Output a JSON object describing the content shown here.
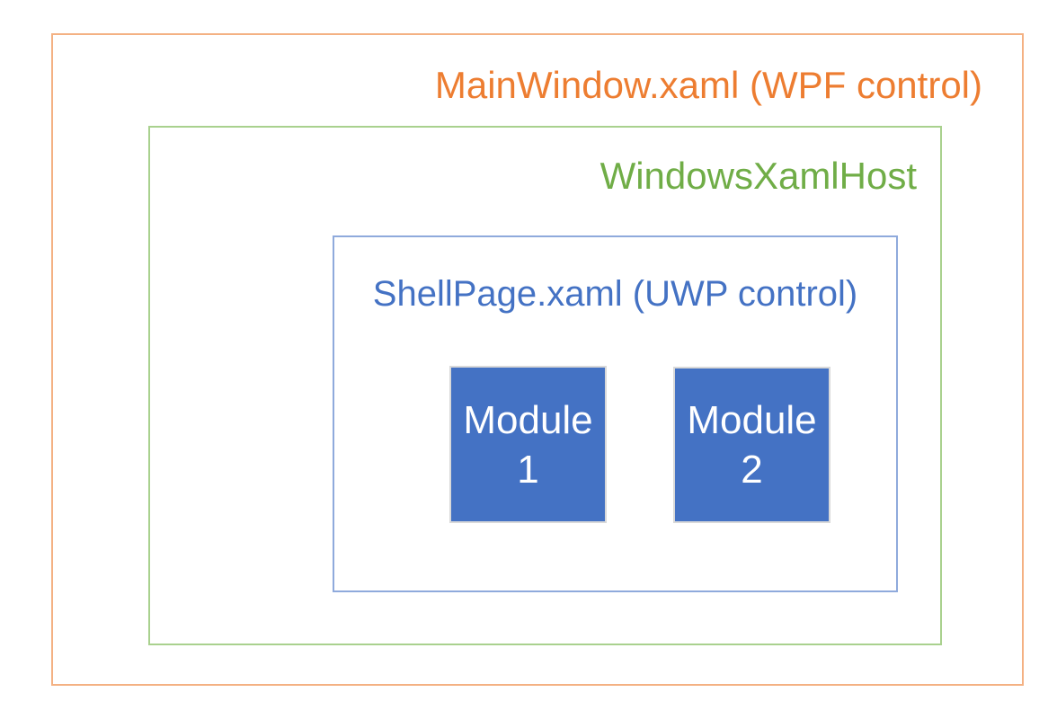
{
  "canvas": {
    "background_color": "#FFFFFF"
  },
  "diagram": {
    "main_window": {
      "label": "MainWindow.xaml (WPF control)",
      "text_color": "#ED7D31",
      "border_color": "#F4B183"
    },
    "xaml_host": {
      "label": "WindowsXamlHost",
      "text_color": "#70AD47",
      "border_color": "#A9D18E"
    },
    "shell_page": {
      "label": "ShellPage.xaml (UWP control)",
      "text_color": "#4472C4",
      "border_color": "#8FAADC"
    },
    "modules": [
      {
        "name": "Module 1",
        "lines": [
          "Module",
          "1"
        ]
      },
      {
        "name": "Module 2",
        "lines": [
          "Module",
          "2"
        ]
      }
    ],
    "module_style": {
      "fill_color": "#4472C4",
      "border_color": "#D9D9D9",
      "text_color": "#FFFFFF"
    }
  }
}
